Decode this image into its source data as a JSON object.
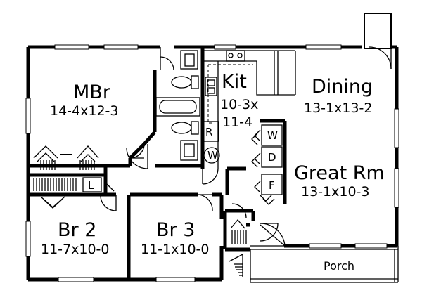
{
  "rooms": {
    "master_bedroom": {
      "name": "MBr",
      "size": "14-4x12-3"
    },
    "kitchen": {
      "name": "Kit",
      "size_line1": "10-3x",
      "size_line2": "11-4"
    },
    "dining": {
      "name": "Dining",
      "size": "13-1x13-2"
    },
    "great_room": {
      "name": "Great Rm",
      "size": "13-1x10-3"
    },
    "bedroom_2": {
      "name": "Br 2",
      "size": "11-7x10-0"
    },
    "bedroom_3": {
      "name": "Br 3",
      "size": "11-1x10-0"
    },
    "porch": {
      "name": "Porch"
    }
  },
  "fixtures": {
    "refrigerator": "R",
    "washer": "W",
    "dryer": "D",
    "furnace": "F",
    "linen": "L",
    "water_heater": "W"
  },
  "colors": {
    "line": "#000000",
    "background": "#ffffff"
  }
}
